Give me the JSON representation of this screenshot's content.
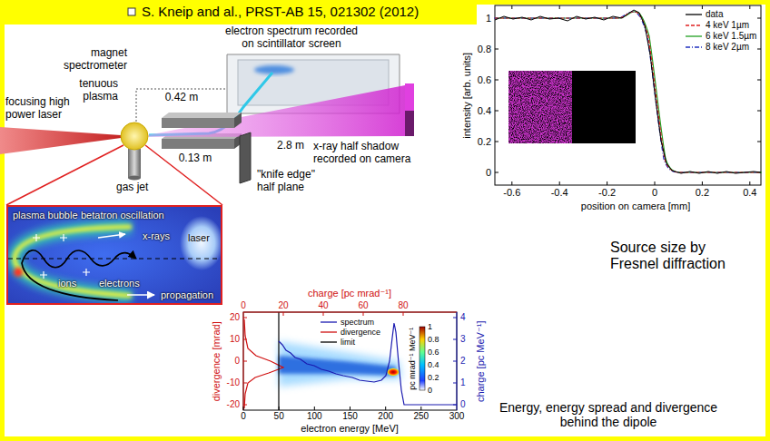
{
  "diagram": {
    "title": "S. Kneip and al., PRST-AB 15, 021302 (2012)",
    "caption": "Energy, energy spread and divergence behind the dipole",
    "nodes": [
      {
        "text": [
          "plasma bubble",
          "betatron oscillation",
          "x-rays",
          "laser",
          "ions",
          "electrons",
          "propagation"
        ]
      }
    ],
    "labels": [
      "electron spectrum recorded on scintillator screen",
      "magnet spectrometer",
      "tenuous plasma",
      "focusing high power laser",
      "0.42 m",
      "0.13 m",
      "2.8 m",
      "x-ray half shadow recorded on camera",
      "\"knife edge\" half plane",
      "gas jet",
      "intensity [arb. units]",
      "0",
      "0.2",
      "0.4",
      "0.6",
      "0.8",
      "1",
      "-0.6",
      "-0.4",
      "-0.2",
      "0",
      "0.2",
      "0.4",
      "position on camera [mm]",
      "Source size by Fresnel diffraction",
      "charge [pc mrad⁻¹]",
      "0",
      "20",
      "40",
      "60",
      "80",
      "divergence [mrad]",
      "20",
      "10",
      "0",
      "-10",
      "-20",
      "0",
      "50",
      "100",
      "150",
      "200",
      "250",
      "300",
      "electron energy [MeV]",
      "charge [pc MeV⁻¹]",
      "0",
      "1",
      "2",
      "3",
      "4",
      "pc mrad⁻¹ MeV⁻¹",
      "0",
      "0.2",
      "0.4",
      "0.6",
      "0.8",
      "1"
    ],
    "legend": [
      {
        "text": "data"
      },
      {
        "text": "4 keV 1µm"
      },
      {
        "text": "6 keV 1.5µm"
      },
      {
        "text": "8 keV 2µm"
      },
      {
        "text": "spectrum"
      },
      {
        "text": "divergence"
      },
      {
        "text": "limit"
      }
    ]
  }
}
